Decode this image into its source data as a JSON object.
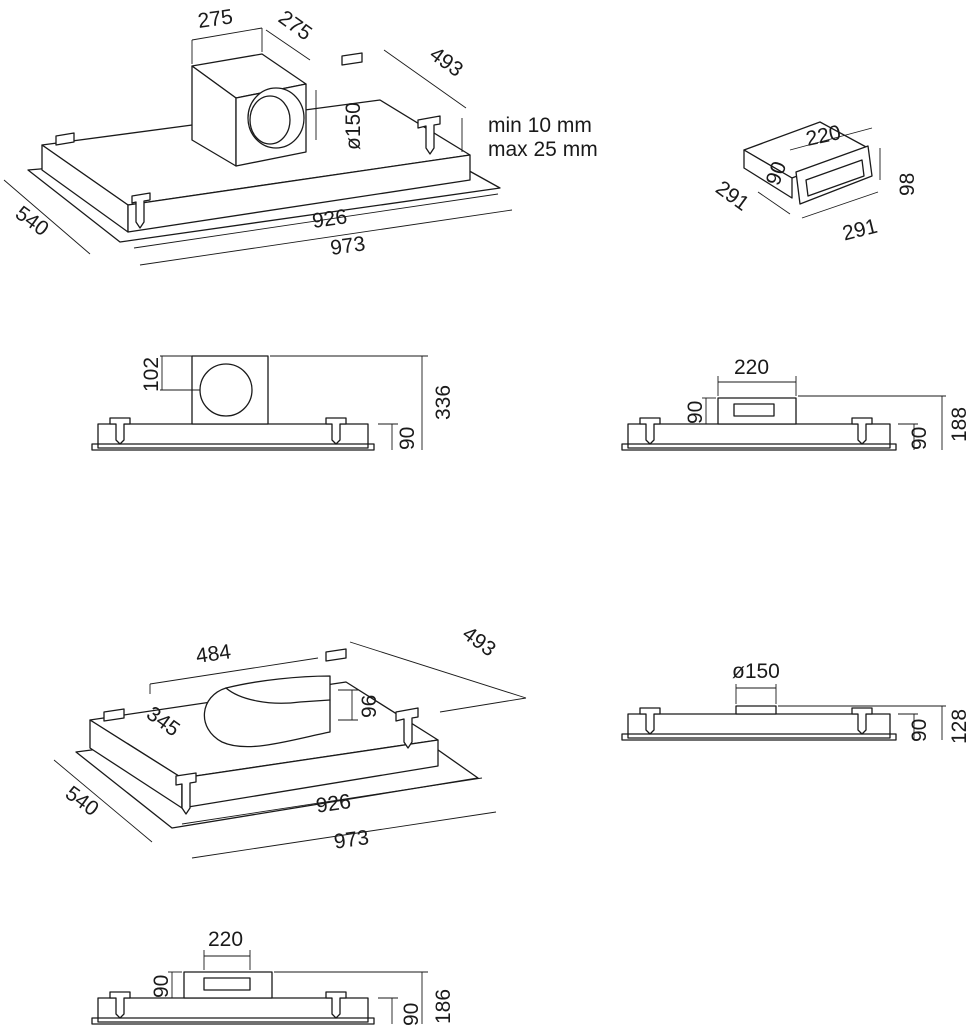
{
  "iso_chimney": {
    "box_width": "275",
    "box_depth": "275",
    "outlet_diameter": "ø150",
    "depth_inner": "493",
    "gap_min": "min 10 mm",
    "gap_max": "max 25 mm",
    "width_inner": "926",
    "width_outer": "973",
    "depth_outer": "540"
  },
  "iso_rect_adapter": {
    "width": "220",
    "height": "90",
    "total_height": "98",
    "depth": "291",
    "length": "291"
  },
  "side_chimney": {
    "outlet_offset": "102",
    "total_height": "336",
    "body_height": "90"
  },
  "side_rect_adapter": {
    "width": "220",
    "height": "90",
    "body_height": "90",
    "total_height": "188"
  },
  "iso_flat_duct": {
    "duct_length": "484",
    "depth_inner": "493",
    "duct_height": "96",
    "duct_offset": "345",
    "depth_outer": "540",
    "width_inner": "926",
    "width_outer": "973"
  },
  "side_round_outlet": {
    "outlet_diameter": "ø150",
    "body_height": "90",
    "total_height": "128"
  },
  "side_flat_rect": {
    "width": "220",
    "height": "90",
    "body_height": "90",
    "total_height": "186"
  }
}
